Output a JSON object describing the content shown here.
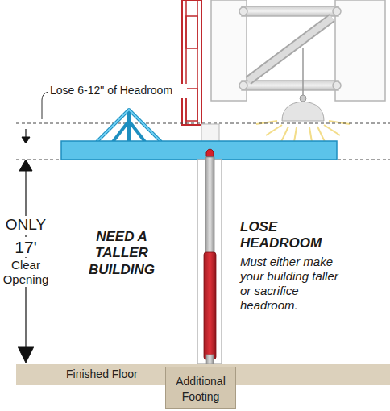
{
  "diagram": {
    "nodes": [
      {
        "text": [
          "Finished Floor"
        ]
      },
      {
        "text": [
          "Additional Footing"
        ]
      }
    ],
    "labels": [
      "Lose 6-12\" of Headroom",
      "ONLY",
      "17'",
      "Clear Opening",
      "NEED A TALLER BUILDING",
      "LOSE HEADROOM",
      "Must either make your building taller or sacrifice headroom."
    ]
  }
}
